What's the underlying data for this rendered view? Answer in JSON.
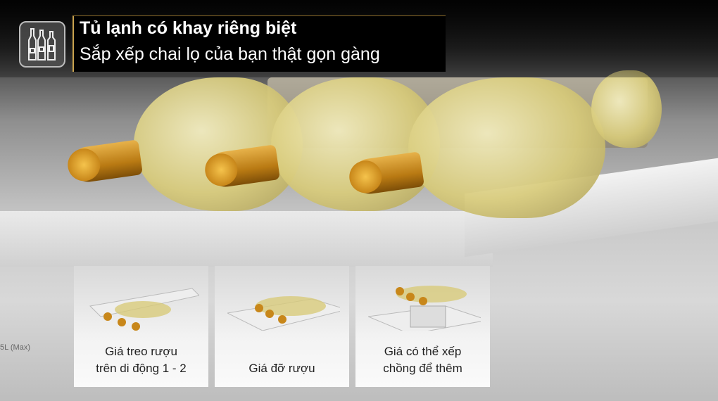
{
  "header": {
    "title": "Tủ lạnh có khay riêng biệt",
    "subtitle": "Sắp xếp chai lọ của bạn thật gọn gàng",
    "icon": "wine-bottles-icon"
  },
  "side_label": "5L (Max)",
  "panels": [
    {
      "caption": "Giá  treo rượu\ntrên di động 1 - 2"
    },
    {
      "caption": "Giá đỡ rượu"
    },
    {
      "caption": "Giá có thể xếp\nchồng để thêm"
    }
  ]
}
